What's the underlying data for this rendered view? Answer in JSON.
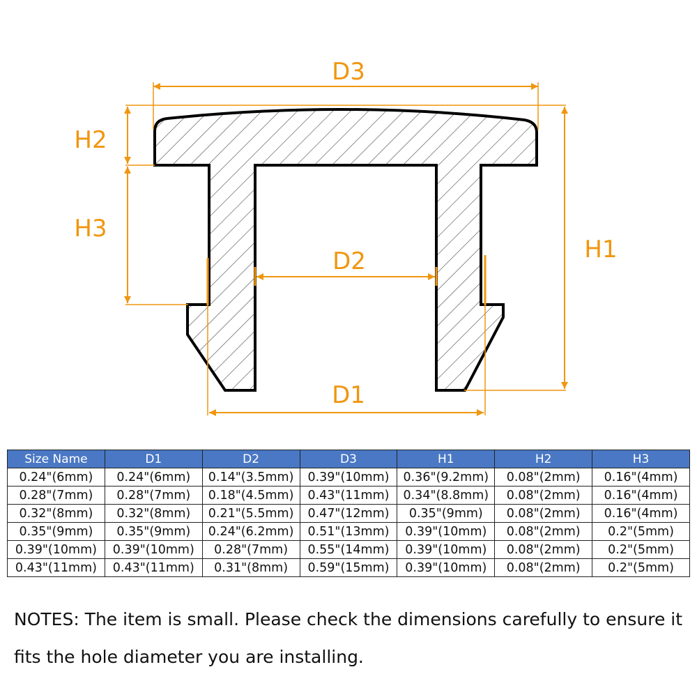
{
  "colors": {
    "accent": "#f0960f",
    "header_bg": "#4a78c4",
    "hatch": "#555555",
    "outline": "#000000"
  },
  "diagram": {
    "labels": {
      "d3": "D3",
      "h2": "H2",
      "h3": "H3",
      "h1": "H1",
      "d2": "D2",
      "d1": "D1"
    }
  },
  "table": {
    "headers": [
      "Size Name",
      "D1",
      "D2",
      "D3",
      "H1",
      "H2",
      "H3"
    ],
    "rows": [
      [
        "0.24\"(6mm)",
        "0.24\"(6mm)",
        "0.14\"(3.5mm)",
        "0.39\"(10mm)",
        "0.36\"(9.2mm)",
        "0.08\"(2mm)",
        "0.16\"(4mm)"
      ],
      [
        "0.28\"(7mm)",
        "0.28\"(7mm)",
        "0.18\"(4.5mm)",
        "0.43\"(11mm)",
        "0.34\"(8.8mm)",
        "0.08\"(2mm)",
        "0.16\"(4mm)"
      ],
      [
        "0.32\"(8mm)",
        "0.32\"(8mm)",
        "0.21\"(5.5mm)",
        "0.47\"(12mm)",
        "0.35\"(9mm)",
        "0.08\"(2mm)",
        "0.16\"(4mm)"
      ],
      [
        "0.35\"(9mm)",
        "0.35\"(9mm)",
        "0.24\"(6.2mm)",
        "0.51\"(13mm)",
        "0.39\"(10mm)",
        "0.08\"(2mm)",
        "0.2\"(5mm)"
      ],
      [
        "0.39\"(10mm)",
        "0.39\"(10mm)",
        "0.28\"(7mm)",
        "0.55\"(14mm)",
        "0.39\"(10mm)",
        "0.08\"(2mm)",
        "0.2\"(5mm)"
      ],
      [
        "0.43\"(11mm)",
        "0.43\"(11mm)",
        "0.31\"(8mm)",
        "0.59\"(15mm)",
        "0.39\"(10mm)",
        "0.08\"(2mm)",
        "0.2\"(5mm)"
      ]
    ]
  },
  "notes": {
    "text": "NOTES: The item is small. Please check the dimensions carefully to ensure it fits the hole diameter you are installing."
  }
}
